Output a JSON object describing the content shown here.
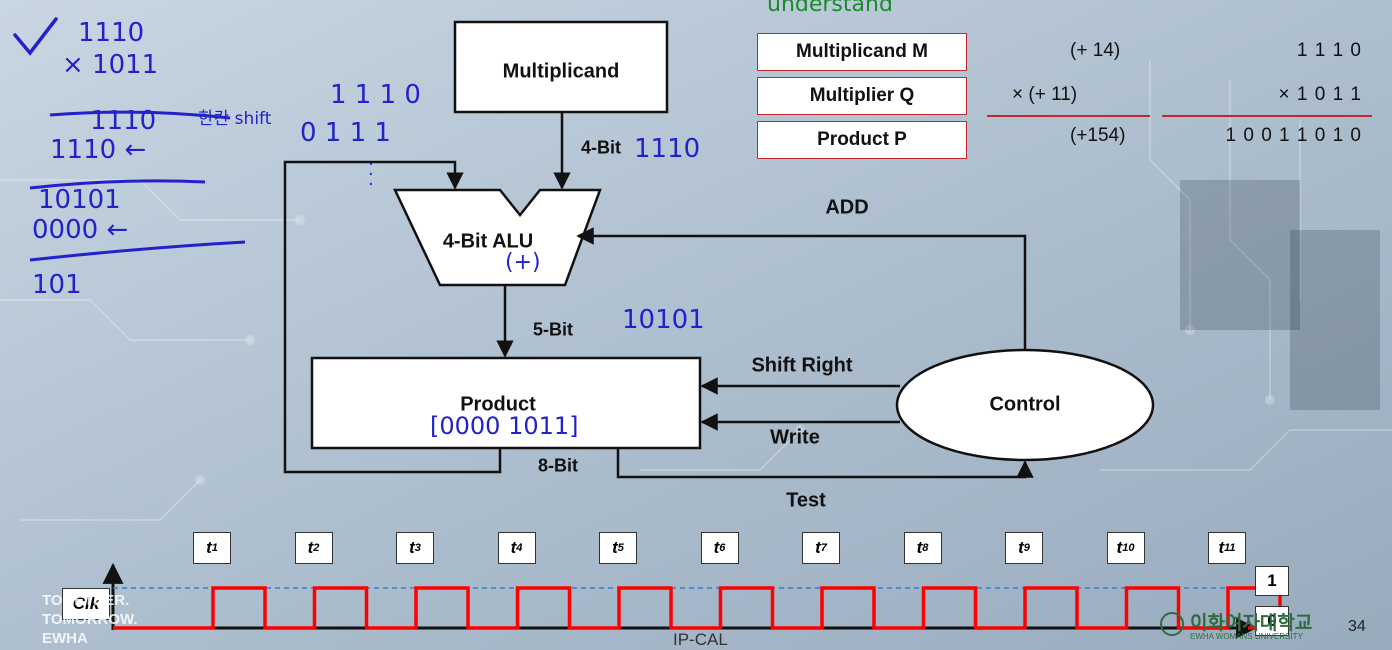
{
  "diagram": {
    "multiplicand_label": "Multiplicand",
    "bus_4bit_label": "4-Bit",
    "alu_label": "4-Bit ALU",
    "add_label": "ADD",
    "bus_5bit_label": "5-Bit",
    "product_label": "Product",
    "bus_8bit_label": "8-Bit",
    "shift_right_label": "Shift Right",
    "write_label": "Write",
    "control_label": "Control",
    "test_label": "Test"
  },
  "table": {
    "rows": [
      {
        "label": "Multiplicand M",
        "decimal": "(+ 14)",
        "binary": "1 1 1 0"
      },
      {
        "label": "Multiplier Q",
        "decimal": "× (+ 11)",
        "binary": "× 1 0 1 1"
      },
      {
        "label": "Product P",
        "decimal": "(+154)",
        "binary": "1 0 0 1 1 0 1 0"
      }
    ]
  },
  "timing": {
    "clock_label": "Clk",
    "steps": [
      {
        "letter": "t",
        "sub": "1"
      },
      {
        "letter": "t",
        "sub": "2"
      },
      {
        "letter": "t",
        "sub": "3"
      },
      {
        "letter": "t",
        "sub": "4"
      },
      {
        "letter": "t",
        "sub": "5"
      },
      {
        "letter": "t",
        "sub": "6"
      },
      {
        "letter": "t",
        "sub": "7"
      },
      {
        "letter": "t",
        "sub": "8"
      },
      {
        "letter": "t",
        "sub": "9"
      },
      {
        "letter": "t",
        "sub": "10"
      },
      {
        "letter": "t",
        "sub": "11"
      }
    ],
    "level_high": "1",
    "level_low": "0"
  },
  "annotations": {
    "top_note": "understand",
    "calc_line1": "1110",
    "calc_line2": "× 1011",
    "calc_line3": "1110",
    "calc_line4": "1110 ←",
    "calc_line5": "10101",
    "calc_line6": "0000 ←",
    "calc_line7": "101",
    "shift_note": "한칸 shift",
    "shift_value_top": "1 1 1 0",
    "shift_value_bottom": "0 1 1 1",
    "bus_value": "1110",
    "alu_op": "(+)",
    "sum_value": "10101",
    "product_value": "[0000 1011]"
  },
  "footer": {
    "brand_line1": "TOGETHER.",
    "brand_line2": "TOMORROW.",
    "brand_line3": "EWHA",
    "course": "IP-CAL",
    "university_kr": "이화여자대학교",
    "university_en": "EWHA WOMANS UNIVERSITY",
    "page_number": "34"
  },
  "colors": {
    "clock_wave": "#ff0000",
    "table_border": "#c0282d",
    "ink": "#2222cc"
  }
}
